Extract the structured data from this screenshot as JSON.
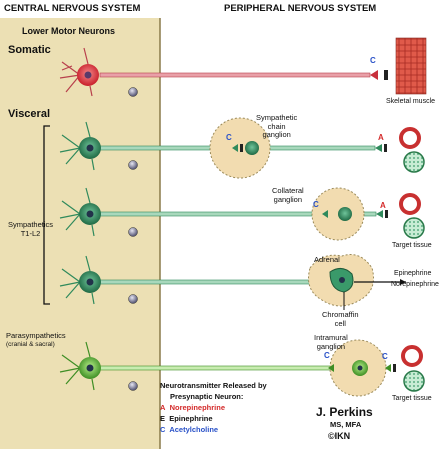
{
  "header": {
    "cns": "CENTRAL NERVOUS SYSTEM",
    "pns": "PERIPHERAL NERVOUS SYSTEM"
  },
  "labels": {
    "lower_motor_neurons": "Lower Motor Neurons",
    "somatic": "Somatic",
    "visceral": "Visceral",
    "sympathetics_line1": "Sympathetics",
    "sympathetics_line2": "T1-L2",
    "parasympathetics_line1": "Parasympathetics",
    "parasympathetics_line2": "(cranial & sacral)",
    "sympathetic_chain_line1": "Sympathetic",
    "sympathetic_chain_line2": "chain",
    "sympathetic_chain_line3": "ganglion",
    "collateral_line1": "Collateral",
    "collateral_line2": "ganglion",
    "adrenal": "Adrenal",
    "chromaffin_line1": "Chromaffin",
    "chromaffin_line2": "cell",
    "intramural_line1": "Intramural",
    "intramural_line2": "ganglion",
    "skeletal_muscle": "Skeletal muscle",
    "target_tissue_1": "Target tissue",
    "target_tissue_2": "Target tissue",
    "epinephrine": "Epinephrine",
    "norepinephrine": "Norepinephrine"
  },
  "markers": {
    "c": "C",
    "a": "A"
  },
  "legend": {
    "title_line1": "Neurotransmitter Released by",
    "title_line2": "Presynaptic Neuron:",
    "items": [
      {
        "code": "A",
        "name": "Norepinephrine",
        "color": "#d42a2a"
      },
      {
        "code": "E",
        "name": "Epinephrine",
        "color": "#111111"
      },
      {
        "code": "C",
        "name": "Acetylcholine",
        "color": "#2a52c8"
      }
    ]
  },
  "credit": {
    "name": "J. Perkins",
    "degree": "MS, MFA",
    "mark": "©IKN"
  },
  "colors": {
    "cns_panel": "#ece0b4",
    "somatic_neuron": "#e0303c",
    "visceral_neuron": "#2f8a5c",
    "parasympathetic_neuron": "#6cc04a",
    "ganglion": "#f2dcb0",
    "marker_c": "#2a52c8",
    "marker_a": "#d42a2a"
  }
}
